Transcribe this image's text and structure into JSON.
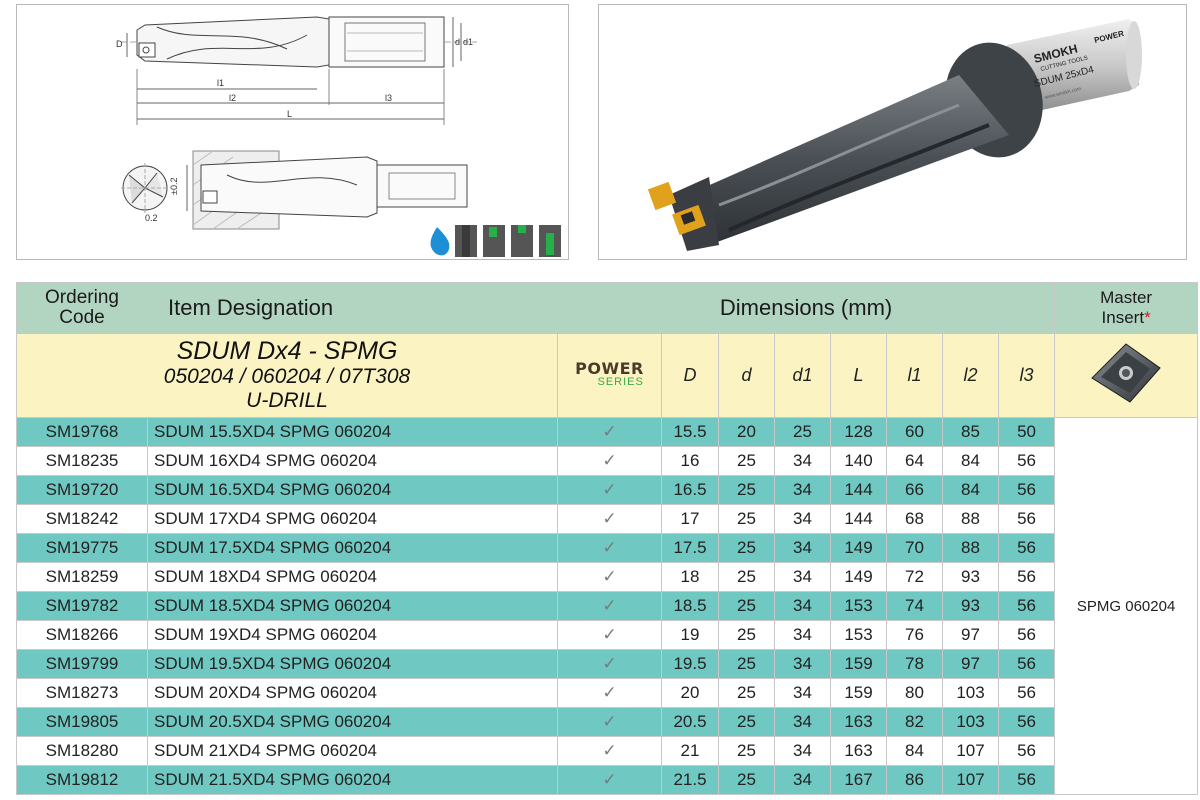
{
  "header": {
    "ordering_code": [
      "Ordering",
      "Code"
    ],
    "item_designation": "Item Designation",
    "dimensions": "Dimensions (mm)",
    "master_insert": "Master",
    "master_insert_2": "Insert",
    "master_star": "*"
  },
  "subheader": {
    "title_line1": "SDUM Dx4 - SPMG",
    "title_line2": "050204 / 060204 / 07T308",
    "title_line3": "U-DRILL",
    "power_logo": "POWER",
    "power_series": "SERIES",
    "dim_symbols": [
      "D",
      "d",
      "d1",
      "L",
      "l1",
      "l2",
      "l3"
    ]
  },
  "drawing_labels": {
    "D": "D",
    "d": "d",
    "d1": "d1",
    "l1": "l1",
    "l2": "l2",
    "l3": "l3",
    "L": "L",
    "tol1": "±0.2",
    "tol2": "0.2"
  },
  "photo": {
    "brand": "SMOKH",
    "brand_sub": "CUTTING TOOLS",
    "model": "SDUM 25xD4",
    "power_mark": "POWER",
    "url_text": "www.smokh.com"
  },
  "master_insert_value": "SPMG 060204",
  "check_mark": "✓",
  "rows": [
    {
      "code": "SM19768",
      "item": "SDUM 15.5XD4 SPMG 060204",
      "D": "15.5",
      "d": "20",
      "d1": "25",
      "L": "128",
      "l1": "60",
      "l2": "85",
      "l3": "50"
    },
    {
      "code": "SM18235",
      "item": "SDUM 16XD4 SPMG 060204",
      "D": "16",
      "d": "25",
      "d1": "34",
      "L": "140",
      "l1": "64",
      "l2": "84",
      "l3": "56"
    },
    {
      "code": "SM19720",
      "item": "SDUM 16.5XD4 SPMG 060204",
      "D": "16.5",
      "d": "25",
      "d1": "34",
      "L": "144",
      "l1": "66",
      "l2": "84",
      "l3": "56"
    },
    {
      "code": "SM18242",
      "item": "SDUM 17XD4 SPMG 060204",
      "D": "17",
      "d": "25",
      "d1": "34",
      "L": "144",
      "l1": "68",
      "l2": "88",
      "l3": "56"
    },
    {
      "code": "SM19775",
      "item": "SDUM 17.5XD4 SPMG 060204",
      "D": "17.5",
      "d": "25",
      "d1": "34",
      "L": "149",
      "l1": "70",
      "l2": "88",
      "l3": "56"
    },
    {
      "code": "SM18259",
      "item": "SDUM 18XD4 SPMG 060204",
      "D": "18",
      "d": "25",
      "d1": "34",
      "L": "149",
      "l1": "72",
      "l2": "93",
      "l3": "56"
    },
    {
      "code": "SM19782",
      "item": "SDUM 18.5XD4 SPMG 060204",
      "D": "18.5",
      "d": "25",
      "d1": "34",
      "L": "153",
      "l1": "74",
      "l2": "93",
      "l3": "56"
    },
    {
      "code": "SM18266",
      "item": "SDUM 19XD4 SPMG 060204",
      "D": "19",
      "d": "25",
      "d1": "34",
      "L": "153",
      "l1": "76",
      "l2": "97",
      "l3": "56"
    },
    {
      "code": "SM19799",
      "item": "SDUM 19.5XD4 SPMG 060204",
      "D": "19.5",
      "d": "25",
      "d1": "34",
      "L": "159",
      "l1": "78",
      "l2": "97",
      "l3": "56"
    },
    {
      "code": "SM18273",
      "item": "SDUM 20XD4 SPMG 060204",
      "D": "20",
      "d": "25",
      "d1": "34",
      "L": "159",
      "l1": "80",
      "l2": "103",
      "l3": "56"
    },
    {
      "code": "SM19805",
      "item": "SDUM 20.5XD4 SPMG 060204",
      "D": "20.5",
      "d": "25",
      "d1": "34",
      "L": "163",
      "l1": "82",
      "l2": "103",
      "l3": "56"
    },
    {
      "code": "SM18280",
      "item": "SDUM 21XD4 SPMG 060204",
      "D": "21",
      "d": "25",
      "d1": "34",
      "L": "163",
      "l1": "84",
      "l2": "107",
      "l3": "56"
    },
    {
      "code": "SM19812",
      "item": "SDUM 21.5XD4 SPMG 060204",
      "D": "21.5",
      "d": "25",
      "d1": "34",
      "L": "167",
      "l1": "86",
      "l2": "107",
      "l3": "56"
    }
  ],
  "colors": {
    "header_bg": "#b2d5c2",
    "subheader_bg": "#fbf4c2",
    "teal_row": "#6fc8c2",
    "white_row": "#ffffff",
    "accent_red": "#d02020",
    "power_green": "#39a84a"
  }
}
